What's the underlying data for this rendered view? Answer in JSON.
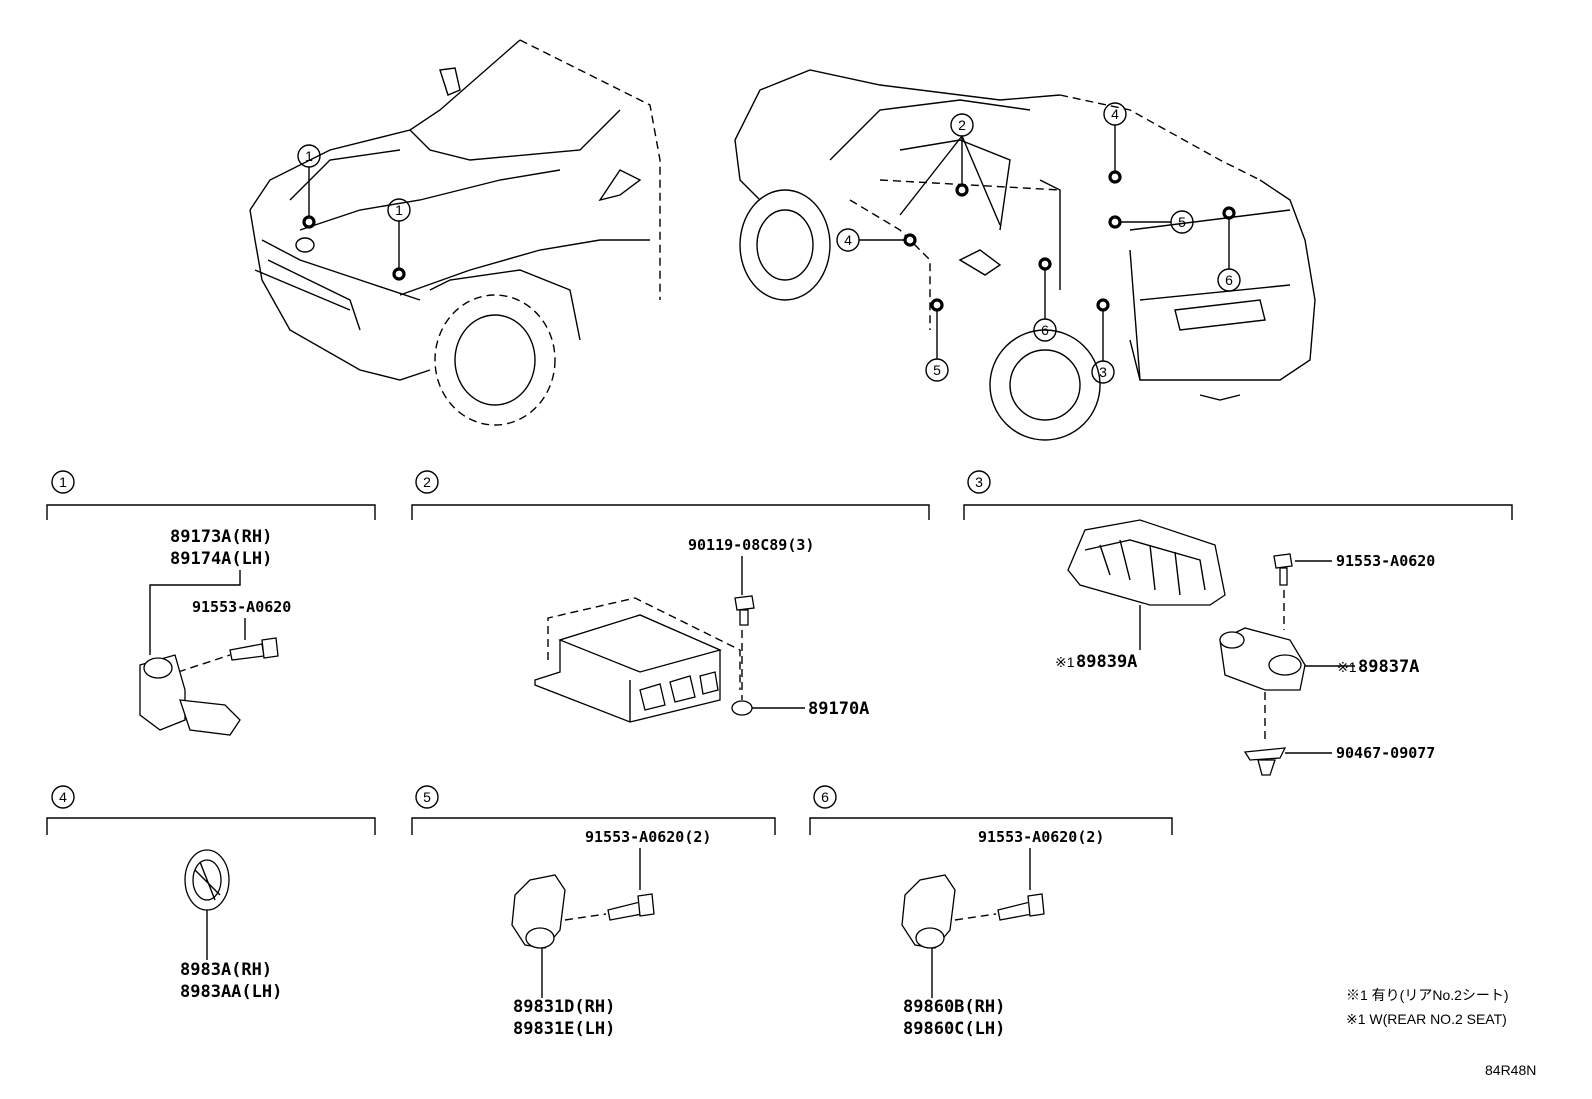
{
  "diagram_code": "84R48N",
  "callouts": {
    "c1": "1",
    "c2": "2",
    "c3": "3",
    "c4": "4",
    "c5": "5",
    "c6": "6"
  },
  "sections": [
    {
      "num": "1",
      "parts": [
        "89173A(RH)",
        "89174A(LH)",
        "91553-A0620"
      ]
    },
    {
      "num": "2",
      "parts": [
        "90119-08C89(3)",
        "89170A"
      ]
    },
    {
      "num": "3",
      "parts": [
        "91553-A0620",
        "89839A",
        "89837A",
        "90467-09077"
      ]
    },
    {
      "num": "4",
      "parts": [
        "8983A(RH)",
        "8983AA(LH)"
      ]
    },
    {
      "num": "5",
      "parts": [
        "91553-A0620(2)",
        "89831D(RH)",
        "89831E(LH)"
      ]
    },
    {
      "num": "6",
      "parts": [
        "91553-A0620(2)",
        "89860B(RH)",
        "89860C(LH)"
      ]
    }
  ],
  "markers": {
    "star1": "※1"
  },
  "notes": [
    "※1 有り(リアNo.2シート)",
    "※1 W(REAR NO.2 SEAT)"
  ]
}
